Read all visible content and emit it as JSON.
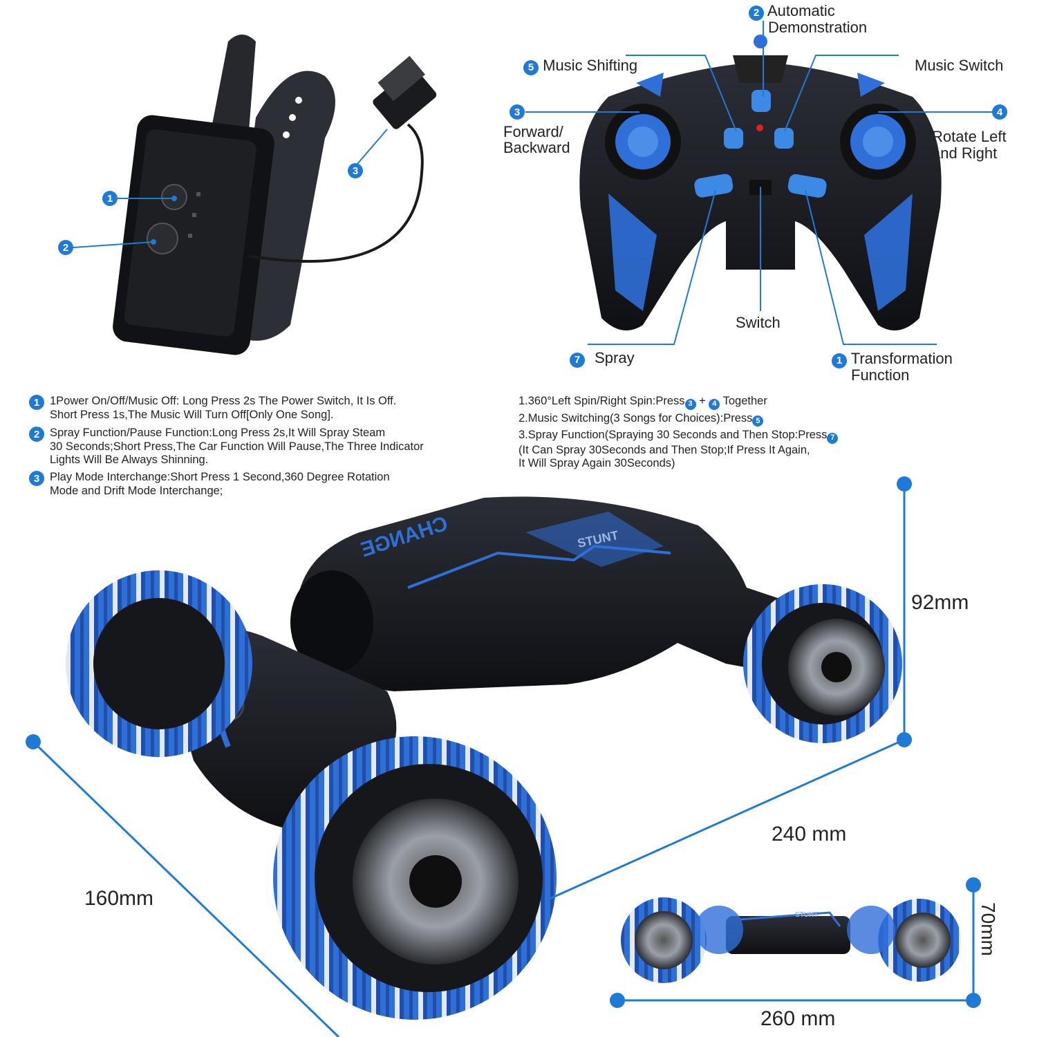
{
  "colors": {
    "accent": "#1f7ad6",
    "body": "#1a1c22",
    "blue_part": "#2f6fd8"
  },
  "watch_labels": {
    "b1": "1",
    "b2": "2",
    "b3": "3"
  },
  "controller": {
    "auto_demo": {
      "num": "2",
      "line1": "Automatic",
      "line2": "Demonstration"
    },
    "music_shifting": {
      "num": "5",
      "text": "Music Shifting"
    },
    "music_switch": {
      "text": "Music Switch"
    },
    "forward_backward": {
      "num": "3",
      "line1": "Forward/",
      "line2": "Backward"
    },
    "rotate": {
      "num": "4",
      "line1": "Rotate Left",
      "line2": "and Right"
    },
    "switch": {
      "text": "Switch"
    },
    "spray": {
      "num": "7",
      "text": "Spray"
    },
    "transformation": {
      "num": "1",
      "line1": "Transformation",
      "line2": "Function"
    }
  },
  "watch_instructions": [
    {
      "num": "1",
      "lines": [
        "1Power On/Off/Music Off: Long Press 2s The Power Switch, It Is Off.",
        "Short Press 1s,The Music Will Turn Off[Only One Song]."
      ]
    },
    {
      "num": "2",
      "lines": [
        "Spray Function/Pause Function:Long Press 2s,It Will Spray Steam",
        "30 Seconds;Short Press,The Car Function Will Pause,The Three Indicator",
        "Lights Will Be Always Shinning."
      ]
    },
    {
      "num": "3",
      "lines": [
        "Play Mode Interchange:Short Press 1 Second,360 Degree Rotation",
        "Mode and Drift Mode Interchange;"
      ]
    }
  ],
  "controller_instructions": {
    "l1_a": "1.360°Left Spin/Right Spin:Press",
    "l1_n1": "3",
    "l1_plus": " + ",
    "l1_n2": "4",
    "l1_b": " Together",
    "l2_a": "2.Music Switching(3 Songs for Choices):Press",
    "l2_n": "5",
    "l3_a": "3.Spray Function(Spraying 30 Seconds and Then Stop:Press",
    "l3_n": "7",
    "l4": "(It Can Spray 30Seconds and Then Stop;If Press It Again,",
    "l5": "It Will Spray Again 30Seconds)"
  },
  "car_text": {
    "change": "CHANGE",
    "stunt": "STUNT",
    "stunt_small": "STUNT"
  },
  "dimensions": {
    "height": "92mm",
    "length": "240 mm",
    "width": "160mm",
    "small_height": "70mm",
    "small_length": "260 mm"
  }
}
